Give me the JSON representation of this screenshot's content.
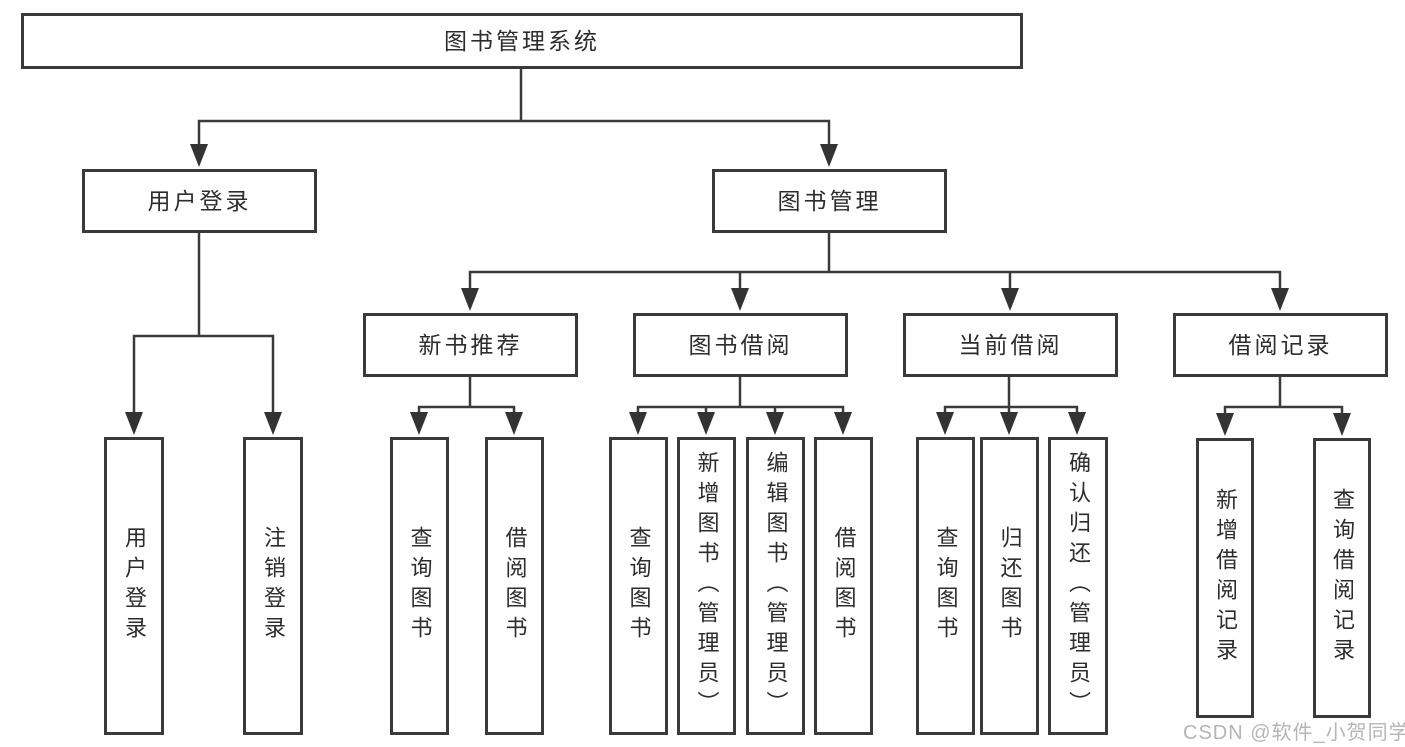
{
  "diagram": {
    "type": "hierarchy-tree",
    "colors": {
      "line": "#3a3a3a",
      "box_border": "#3a3a3a",
      "text": "#2d2d2d",
      "background": "#ffffff",
      "watermark": "#b5b5b5"
    },
    "watermark": {
      "text": "CSDN @软件_小贺同学"
    },
    "tree": {
      "root": {
        "label": "图书管理系统",
        "children": [
          {
            "label": "用户登录",
            "children": [
              {
                "label": "用户登录"
              },
              {
                "label": "注销登录"
              }
            ]
          },
          {
            "label": "图书管理",
            "children": [
              {
                "label": "新书推荐",
                "children": [
                  {
                    "label": "查询图书"
                  },
                  {
                    "label": "借阅图书"
                  }
                ]
              },
              {
                "label": "图书借阅",
                "children": [
                  {
                    "label": "查询图书"
                  },
                  {
                    "label": "新增图书（管理员）"
                  },
                  {
                    "label": "编辑图书（管理员）"
                  },
                  {
                    "label": "借阅图书"
                  }
                ]
              },
              {
                "label": "当前借阅",
                "children": [
                  {
                    "label": "查询图书"
                  },
                  {
                    "label": "归还图书"
                  },
                  {
                    "label": "确认归还（管理员）"
                  }
                ]
              },
              {
                "label": "借阅记录",
                "children": [
                  {
                    "label": "新增借阅记录"
                  },
                  {
                    "label": "查询借阅记录"
                  }
                ]
              }
            ]
          }
        ]
      }
    }
  }
}
